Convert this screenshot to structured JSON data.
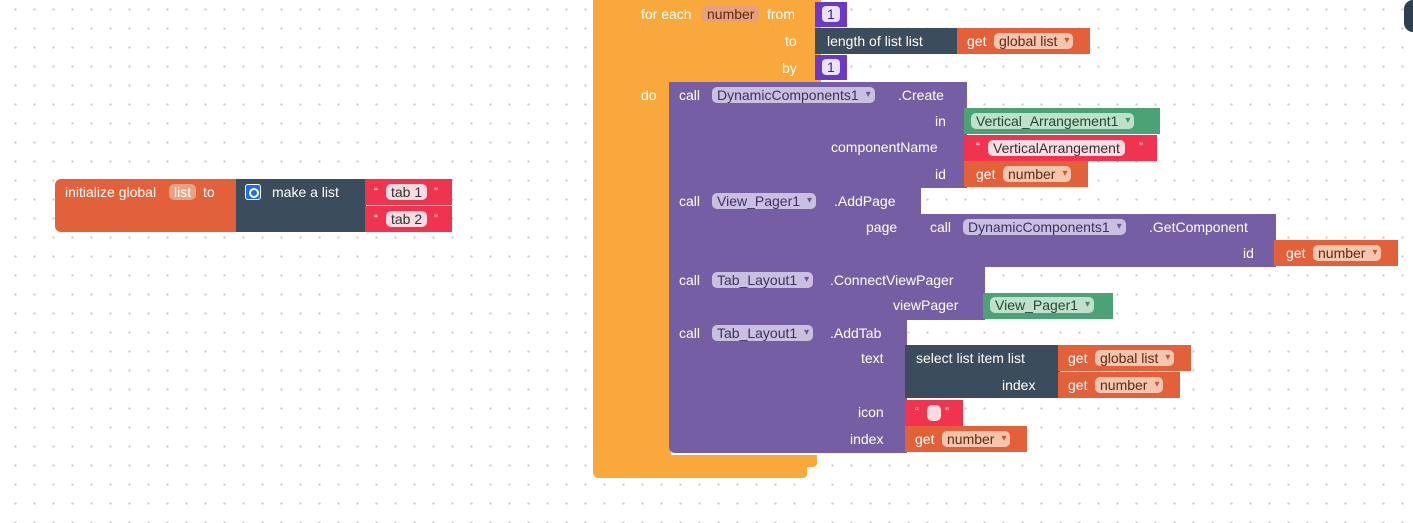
{
  "init_block": {
    "label_initialize": "initialize global",
    "var_name": "list",
    "label_to": "to",
    "make_a_list": "make a list",
    "quote_open": "“",
    "quote_close": "”",
    "items": [
      "tab 1",
      "tab 2"
    ]
  },
  "for_loop": {
    "label_for_each": "for each",
    "var": "number",
    "label_from": "from",
    "from_value": "1",
    "label_to": "to",
    "length_of_list": "length of list  list",
    "label_get": "get",
    "global_list": "global list",
    "label_by": "by",
    "by_value": "1",
    "label_do": "do"
  },
  "create_block": {
    "label_call": "call",
    "component": "DynamicComponents1",
    "method": ".Create",
    "label_in": "in",
    "in_value": "Vertical_Arrangement1",
    "label_component_name": "componentName",
    "component_name_value": "VerticalArrangement",
    "label_id": "id",
    "label_get": "get",
    "id_var": "number"
  },
  "addpage_block": {
    "label_call": "call",
    "component": "View_Pager1",
    "method": ".AddPage",
    "label_page": "page",
    "inner_call": "call",
    "inner_component": "DynamicComponents1",
    "inner_method": ".GetComponent",
    "label_id": "id",
    "label_get": "get",
    "id_var": "number"
  },
  "connect_block": {
    "label_call": "call",
    "component": "Tab_Layout1",
    "method": ".ConnectViewPager",
    "label_view_pager": "viewPager",
    "view_pager_value": "View_Pager1"
  },
  "addtab_block": {
    "label_call": "call",
    "component": "Tab_Layout1",
    "method": ".AddTab",
    "label_text": "text",
    "select_list_item": "select list item  list",
    "label_get": "get",
    "global_list": "global list",
    "label_index": "index",
    "index_var": "number",
    "label_icon": "icon",
    "label_index2": "index",
    "index2_var": "number"
  },
  "colors": {
    "control": "#f9a83b",
    "component_method": "#765ea5",
    "list": "#3b4c5d",
    "variable": "#e2613a",
    "text": "#f0334e",
    "component": "#4aa275",
    "math": "#6a39c8"
  }
}
